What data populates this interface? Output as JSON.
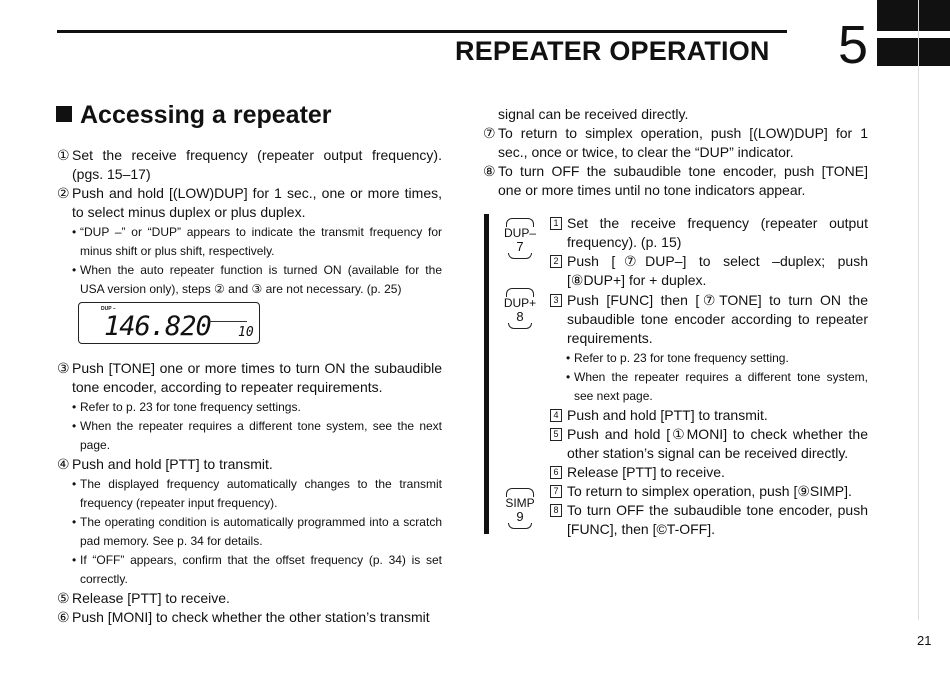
{
  "header": {
    "title": "REPEATER OPERATION",
    "chapter": "5"
  },
  "section_title": "Accessing a repeater",
  "left": {
    "s1_n": "①",
    "s1": "Set the receive frequency (repeater output frequency). (pgs. 15–17)",
    "s2_n": "②",
    "s2": "Push and hold [(LOW)DUP] for 1 sec., one or more times, to select minus duplex or plus duplex.",
    "s2_b1": "“DUP –” or “DUP” appears to indicate the transmit frequency for minus shift or plus shift, respectively.",
    "s2_b2": "When the auto repeater function is turned ON (available for the USA version only), steps ② and ③ are not necessary. (p. 25)",
    "lcd": {
      "dup": "DUP –",
      "freq": "146.820",
      "mem": "10"
    },
    "s3_n": "③",
    "s3": "Push [TONE] one or more times to turn ON the subaudible tone encoder, according to repeater requirements.",
    "s3_b1": "Refer to p. 23 for tone frequency settings.",
    "s3_b2": "When the repeater requires a different tone system, see the next page.",
    "s4_n": "④",
    "s4": "Push and hold [PTT] to transmit.",
    "s4_b1": "The displayed frequency automatically changes to the transmit frequency (repeater input frequency).",
    "s4_b2": "The operating condition is automatically programmed into a scratch pad memory. See p. 34 for details.",
    "s4_b3": "If “OFF” appears, confirm that the offset frequency (p. 34) is set correctly.",
    "s5_n": "⑤",
    "s5": "Release [PTT] to receive.",
    "s6_n": "⑥",
    "s6": "Push [MONI] to check whether the other station’s transmit"
  },
  "right": {
    "s6_cont": "signal can be received directly.",
    "s7_n": "⑦",
    "s7": "To return to simplex operation, push [(LOW)DUP] for 1 sec., once or twice, to clear the “DUP” indicator.",
    "s8_n": "⑧",
    "s8": "To turn OFF the subaudible tone encoder, push [TONE] one or more times until no tone indicators appear.",
    "keys": [
      {
        "label": "DUP–",
        "num": "7"
      },
      {
        "label": "DUP+",
        "num": "8"
      },
      {
        "label": "SIMP",
        "num": "9"
      }
    ],
    "steps": [
      {
        "n": "1",
        "text": "Set the receive frequency (repeater output frequency). (p. 15)"
      },
      {
        "n": "2",
        "text": "Push [⑦DUP–] to select –duplex; push [⑧DUP+] for + duplex."
      },
      {
        "n": "3",
        "text": "Push [FUNC] then [⑦TONE] to turn ON the subaudible tone encoder according to repeater requirements."
      },
      {
        "n": "4",
        "text": "Push and hold [PTT] to transmit."
      },
      {
        "n": "5",
        "text": "Push and hold [①MONI] to check whether the other station’s signal can be received directly."
      },
      {
        "n": "6",
        "text": "Release [PTT] to receive."
      },
      {
        "n": "7",
        "text": "To return to simplex operation, push [⑨SIMP]."
      },
      {
        "n": "8",
        "text": "To turn OFF the subaudible tone encoder, push [FUNC], then [©T-OFF]."
      }
    ],
    "step3_b1": "Refer to p. 23 for tone frequency setting.",
    "step3_b2": "When the repeater requires a different tone system, see next page."
  },
  "page_number": "21"
}
